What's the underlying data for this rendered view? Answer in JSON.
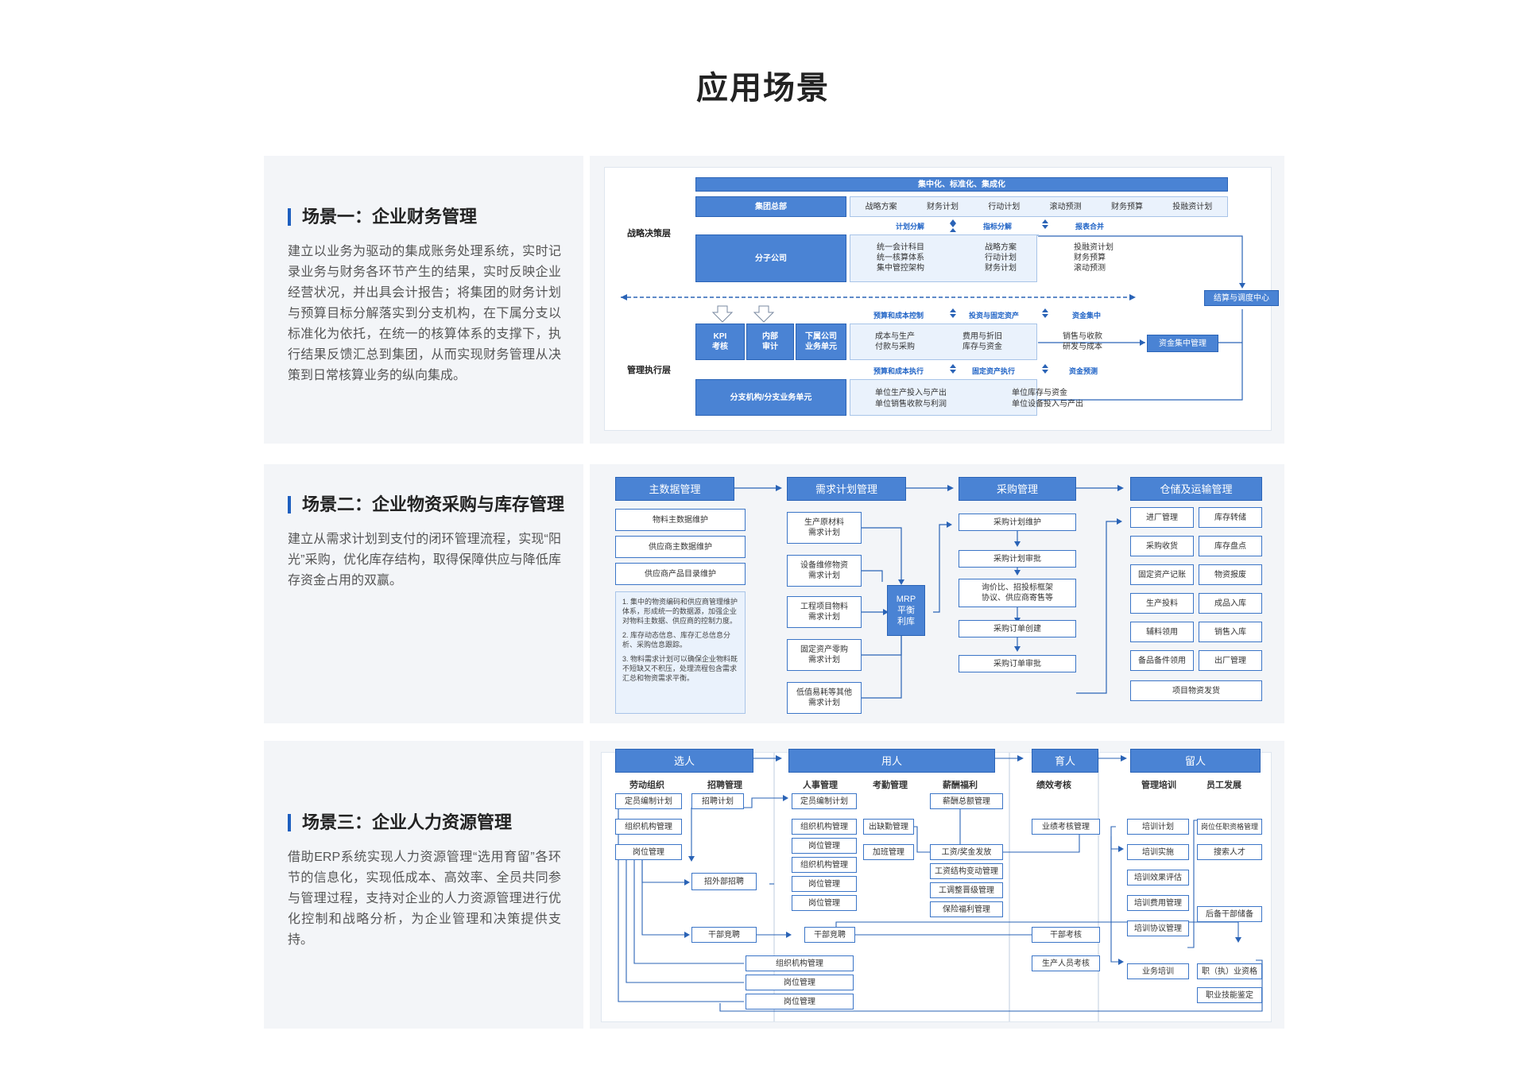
{
  "page_title": "应用场景",
  "scene1": {
    "title": "场景一：企业财务管理",
    "desc": "建立以业务为驱动的集成账务处理系统，实时记录业务与财务各环节产生的结果，实时反映企业经营状况，并出具会计报告；将集团的财务计划与预算目标分解落实到分支机构，在下属分支以标准化为依托，在统一的核算体系的支撑下，执行结果反馈汇总到集团，从而实现财务管理从决策到日常核算业务的纵向集成。",
    "layer_top": "战略决策层",
    "layer_bottom": "管理执行层",
    "top_bar": "集中化、标准化、集成化",
    "group_hq": "集团总部",
    "hq_items": [
      "战略方案",
      "财务计划",
      "行动计划",
      "滚动预测",
      "财务预算",
      "投融资计划"
    ],
    "branch": "分子公司",
    "branch_links": [
      "计划分解",
      "指标分解",
      "报表合并"
    ],
    "branch_cols": [
      [
        "统一会计科目",
        "统一核算体系",
        "集中管控架构"
      ],
      [
        "战略方案",
        "行动计划",
        "财务计划"
      ],
      [
        "投融资计划",
        "财务预算",
        "滚动预测"
      ]
    ],
    "settle_center": "结算与调度中心",
    "kpi_cells": [
      "KPI\n考核",
      "内部\n审计",
      "下属公司\n业务单元"
    ],
    "exec_links1": [
      "预算和成本控制",
      "投资与固定资产",
      "资金集中"
    ],
    "exec_cols": [
      [
        "成本与生产",
        "付款与采购"
      ],
      [
        "费用与折旧",
        "库存与资金"
      ],
      [
        "销售与收款",
        "研发与成本"
      ]
    ],
    "fund_mgmt": "资金集中管理",
    "exec_links2": [
      "预算和成本执行",
      "固定资产执行",
      "资金预测"
    ],
    "sub_units": "分支机构/分支业务单元",
    "sub_cols": [
      [
        "单位生产投入与产出",
        "单位销售收款与利润"
      ],
      [
        "单位库存与资金",
        "单位设备投入与产出"
      ]
    ]
  },
  "scene2": {
    "title": "场景二：企业物资采购与库存管理",
    "desc": "建立从需求计划到支付的闭环管理流程，实现“阳光”采购，优化库存结构，取得保障供应与降低库存资金占用的双赢。",
    "headers": [
      "主数据管理",
      "需求计划管理",
      "采购管理",
      "仓储及运输管理"
    ],
    "master_items": [
      "物料主数据维护",
      "供应商主数据维护",
      "供应商产品目录维护"
    ],
    "master_notes": [
      "1. 集中的物资编码和供应商管理维护体系，形成统一的数据源，加强企业对物料主数据、供应商的控制力度。",
      "2. 库存动态信息、库存汇总信息分析、采购信息跟踪。",
      "3. 物料需求计划可以确保企业物料既不短缺又不积压，处理流程包含需求汇总和物资需求平衡。"
    ],
    "demand_items": [
      "生产原材料\n需求计划",
      "设备维修物资\n需求计划",
      "工程项目物料\n需求计划",
      "固定资产零购\n需求计划",
      "低值易耗等其他\n需求计划"
    ],
    "mrp": "MRP\n平衡\n利库",
    "purchase_items": [
      "采购计划维护",
      "采购计划审批",
      "询价比、招投标框架\n协议、供应商寄售等",
      "采购订单创建",
      "采购订单审批"
    ],
    "storage_items": [
      "进厂管理",
      "库存转储",
      "采购收货",
      "库存盘点",
      "固定资产记账",
      "物资报废",
      "生产投料",
      "成品入库",
      "辅料领用",
      "销售入库",
      "备品备件领用",
      "出厂管理"
    ],
    "storage_last": "项目物资发货"
  },
  "scene3": {
    "title": "场景三：企业人力资源管理",
    "desc": "借助ERP系统实现人力资源管理“选用育留”各环节的信息化，实现低成本、高效率、全员共同参与管理过程，支持对企业的人力资源管理进行优化控制和战略分析，为企业管理和决策提供支持。",
    "headers": [
      "选人",
      "用人",
      "育人",
      "留人"
    ],
    "subheads": [
      "劳动组织",
      "招聘管理",
      "人事管理",
      "考勤管理",
      "薪酬福利",
      "绩效考核",
      "管理培训",
      "员工发展"
    ],
    "labor_items": [
      "定员编制计划",
      "组织机构管理",
      "岗位管理"
    ],
    "recruit_items": [
      "招聘计划",
      "招外部招聘"
    ],
    "cadre": "干部竞聘",
    "personnel_items": [
      "定员编制计划",
      "组织机构管理",
      "岗位管理",
      "组织机构管理",
      "岗位管理",
      "岗位管理"
    ],
    "attendance_items": [
      "出缺勤管理",
      "加班管理"
    ],
    "salary_items": [
      "薪酬总额管理",
      "工资/奖金发放",
      "工资结构变动管理",
      "工调整晋级管理",
      "保险福利管理"
    ],
    "mid_cadre": "干部竞聘",
    "bottom_items": [
      "组织机构管理",
      "岗位管理",
      "岗位管理"
    ],
    "perf_items": [
      "业绩考核管理",
      "干部考核",
      "生产人员考核"
    ],
    "train_items": [
      "培训计划",
      "培训实施",
      "培训效果评估",
      "培训费用管理",
      "培训协议管理",
      "业务培训"
    ],
    "dev_items": [
      "岗位任职资格管理",
      "搜索人才",
      "后备干部储备",
      "职（执）业资格",
      "职业技能鉴定"
    ]
  }
}
